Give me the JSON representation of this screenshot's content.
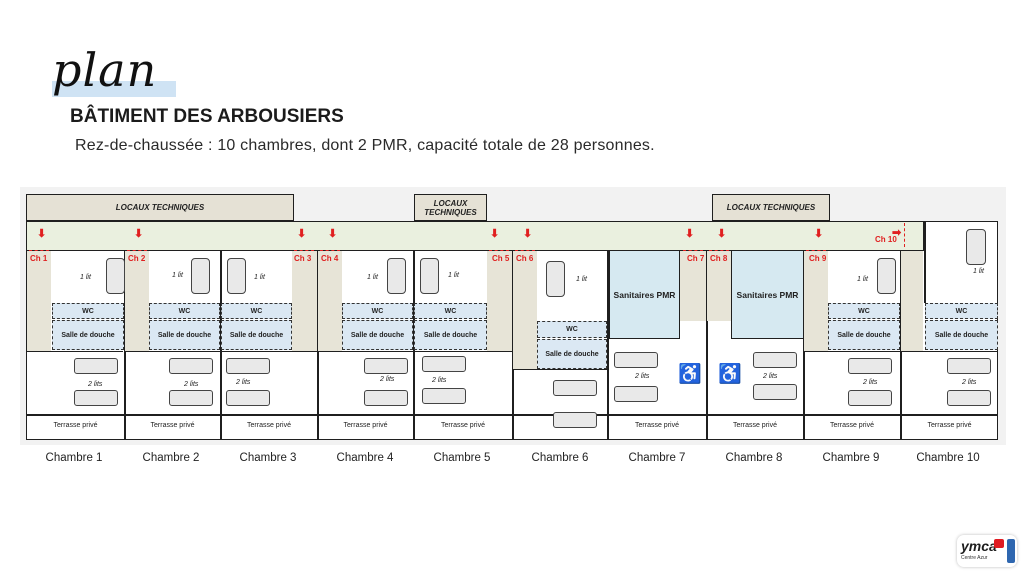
{
  "header": {
    "script_title": "plan",
    "building": "BÂTIMENT DES ARBOUSIERS",
    "subtitle": "Rez-de-chaussée : 10 chambres, dont 2 PMR, capacité totale de 28 personnes."
  },
  "plan": {
    "locaux": [
      "LOCAUX TECHNIQUES",
      "LOCAUX TECHNIQUES",
      "LOCAUX TECHNIQUES"
    ],
    "wc": "WC",
    "salle_de_douche": "Salle de douche",
    "sanitaires_pmr": "Sanitaires PMR",
    "one_bed": "1 lit",
    "two_beds": "2 lits",
    "terrasse": "Terrasse privé",
    "rooms": [
      {
        "tag": "Ch 1",
        "name": "Chambre 1"
      },
      {
        "tag": "Ch 2",
        "name": "Chambre 2"
      },
      {
        "tag": "Ch 3",
        "name": "Chambre 3"
      },
      {
        "tag": "Ch 4",
        "name": "Chambre 4"
      },
      {
        "tag": "Ch 5",
        "name": "Chambre 5"
      },
      {
        "tag": "Ch 6",
        "name": "Chambre 6"
      },
      {
        "tag": "Ch 7",
        "name": "Chambre 7"
      },
      {
        "tag": "Ch 8",
        "name": "Chambre 8"
      },
      {
        "tag": "Ch 9",
        "name": "Chambre 9"
      },
      {
        "tag": "Ch 10",
        "name": "Chambre 10"
      }
    ],
    "colors": {
      "accent": "#e02020",
      "pmr": "#d6e9f1",
      "sanitary": "#dbe8f3",
      "corridor": "#eaf0df",
      "locaux": "#e5e1d5",
      "wheelchair": "#1e73c8"
    },
    "icons": {
      "entry": "down-arrow-icon",
      "entry_ch10": "right-arrow-icon",
      "pmr": "wheelchair-icon"
    }
  },
  "logo": {
    "brand": "ymca",
    "sub": "Centre Azur"
  }
}
